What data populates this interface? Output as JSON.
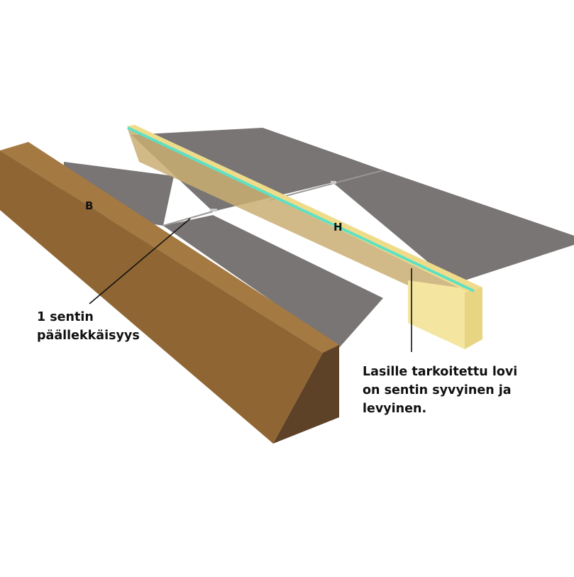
{
  "labels": {
    "b": "B",
    "h": "H"
  },
  "callouts": {
    "overlap_line1": "1 sentin",
    "overlap_line2": "päällekkäisyys",
    "notch_line1": "Lasille tarkoitettu lovi",
    "notch_line2": "on sentin syvyinen ja",
    "notch_line3": "levyinen."
  },
  "colors": {
    "background": "#ffffff",
    "glass_panel": "#7a7575",
    "beam_b_top": "#a57942",
    "beam_b_side": "#8f6633",
    "beam_b_end": "#5e4228",
    "beam_h_face": "#f4e6a0",
    "beam_h_top": "#eedc8a",
    "beam_h_transparent": "#c9ae72",
    "glass_edge": "#5fe0c4",
    "leader_line": "#111111"
  }
}
